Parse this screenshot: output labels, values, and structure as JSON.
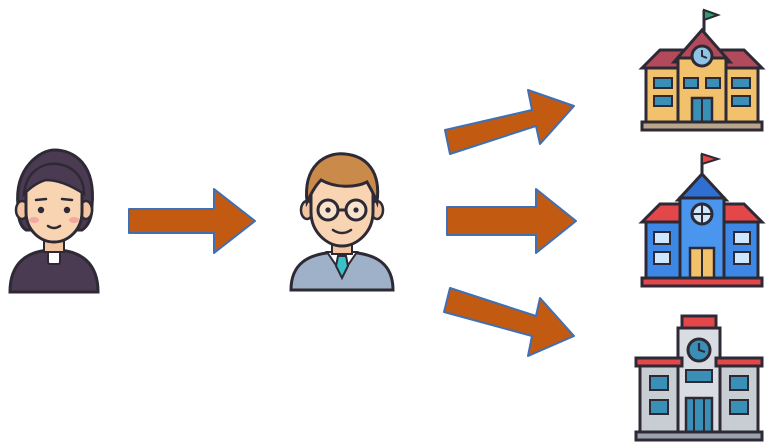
{
  "colors": {
    "arrow_fill": "#c25a12",
    "arrow_stroke": "#3f6fb4",
    "outline": "#2e2a35",
    "background": "#ffffff"
  },
  "nodes": [
    {
      "icon": "priest-avatar-icon"
    },
    {
      "icon": "businessman-avatar-icon"
    },
    {
      "icon": "school-building-icon",
      "variant": "yellow-roof-red"
    },
    {
      "icon": "school-building-icon",
      "variant": "blue-roof-red"
    },
    {
      "icon": "school-building-icon",
      "variant": "gray-clocktower"
    }
  ],
  "edges": [
    {
      "from": 0,
      "to": 1
    },
    {
      "from": 1,
      "to": 2
    },
    {
      "from": 1,
      "to": 3
    },
    {
      "from": 1,
      "to": 4
    }
  ]
}
